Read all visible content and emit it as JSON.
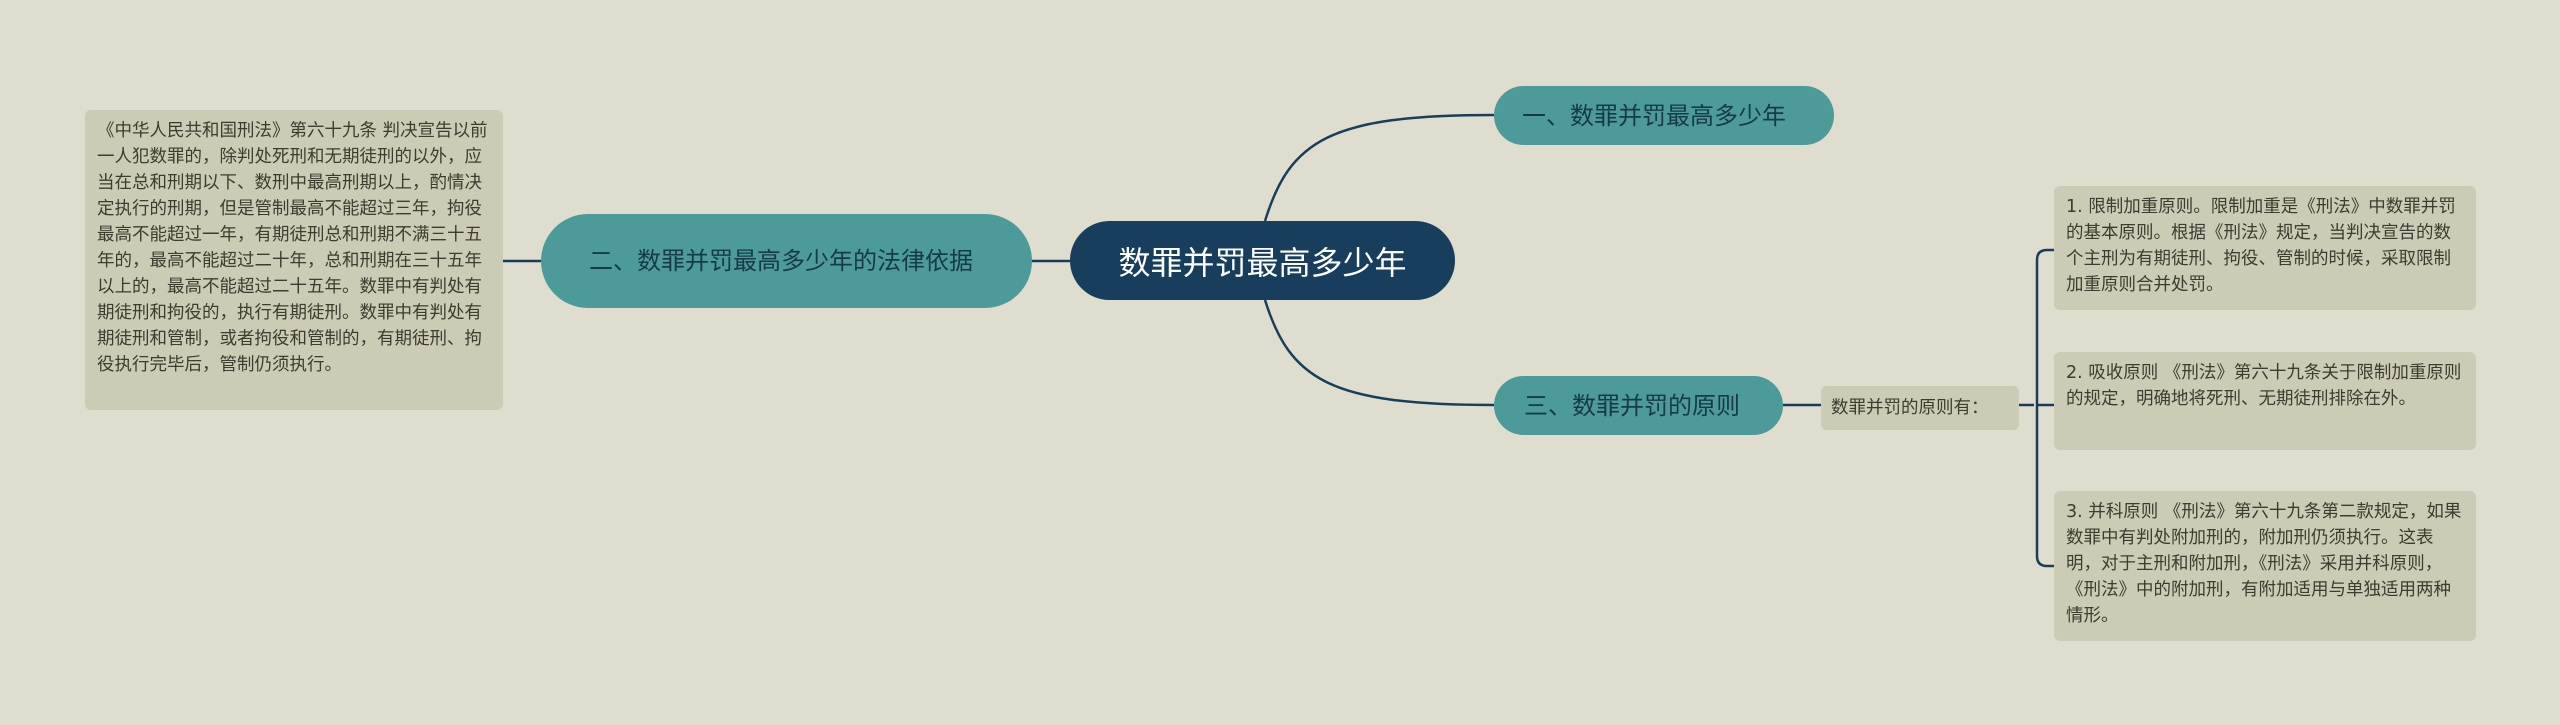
{
  "colors": {
    "background": "#dfddce",
    "root": "#173e5c",
    "branch": "#4d9a9a",
    "leaf": "#cccbb5",
    "connector": "#173e5c"
  },
  "root": {
    "label": "数罪并罚最高多少年"
  },
  "branches": {
    "one": "一、数罪并罚最高多少年",
    "two": "二、数罪并罚最高多少年的法律依据",
    "three": "三、数罪并罚的原则"
  },
  "leaves": {
    "legal_basis": "《中华人民共和国刑法》第六十九条 判决宣告以前一人犯数罪的，除判处死刑和无期徒刑的以外，应当在总和刑期以下、数刑中最高刑期以上，酌情决定执行的刑期，但是管制最高不能超过三年，拘役最高不能超过一年，有期徒刑总和刑期不满三十五年的，最高不能超过二十年，总和刑期在三十五年以上的，最高不能超过二十五年。数罪中有判处有期徒刑和拘役的，执行有期徒刑。数罪中有判处有期徒刑和管制，或者拘役和管制的，有期徒刑、拘役执行完毕后，管制仍须执行。",
    "principles_intro": "数罪并罚的原则有：",
    "principle_1": "1. 限制加重原则。限制加重是《刑法》中数罪并罚的基本原则。根据《刑法》规定，当判决宣告的数个主刑为有期徒刑、拘役、管制的时候，采取限制加重原则合并处罚。",
    "principle_2": "2. 吸收原则 《刑法》第六十九条关于限制加重原则的规定，明确地将死刑、无期徒刑排除在外。",
    "principle_3": "3. 并科原则 《刑法》第六十九条第二款规定，如果数罪中有判处附加刑的，附加刑仍须执行。这表明，对于主刑和附加刑，《刑法》采用并科原则，《刑法》中的附加刑，有附加适用与单独适用两种情形。"
  }
}
